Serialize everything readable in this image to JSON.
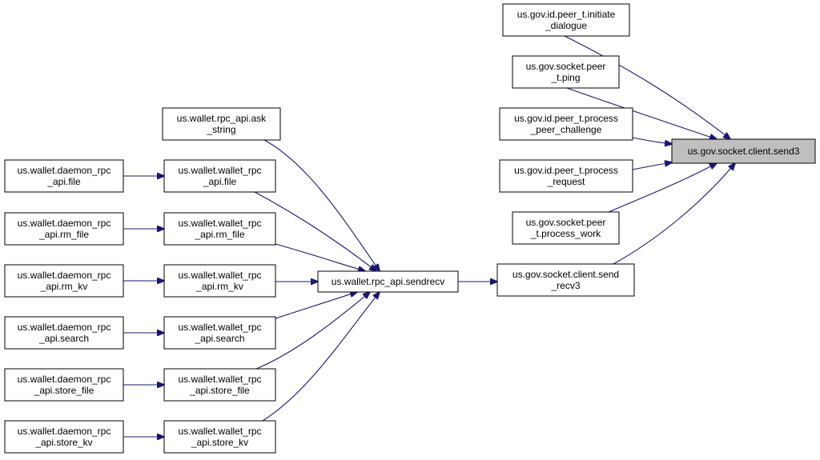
{
  "diagram": {
    "type": "call-graph",
    "colors": {
      "edge": "#191970",
      "node_border": "#000000",
      "root_fill": "#bfbfbf",
      "node_fill": "#ffffff"
    },
    "nodes": {
      "send3": {
        "lines": [
          "us.gov.socket.client.send3"
        ]
      },
      "initiate_dialogue": {
        "lines": [
          "us.gov.id.peer_t.initiate",
          "_dialogue"
        ]
      },
      "ping": {
        "lines": [
          "us.gov.socket.peer",
          "_t.ping"
        ]
      },
      "process_peer_challenge": {
        "lines": [
          "us.gov.id.peer_t.process",
          "_peer_challenge"
        ]
      },
      "process_request": {
        "lines": [
          "us.gov.id.peer_t.process",
          "_request"
        ]
      },
      "process_work": {
        "lines": [
          "us.gov.socket.peer",
          "_t.process_work"
        ]
      },
      "send_recv3": {
        "lines": [
          "us.gov.socket.client.send",
          "_recv3"
        ]
      },
      "sendrecv": {
        "lines": [
          "us.wallet.rpc_api.sendrecv"
        ]
      },
      "ask_string": {
        "lines": [
          "us.wallet.rpc_api.ask",
          "_string"
        ]
      },
      "w_file": {
        "lines": [
          "us.wallet.wallet_rpc",
          "_api.file"
        ]
      },
      "w_rm_file": {
        "lines": [
          "us.wallet.wallet_rpc",
          "_api.rm_file"
        ]
      },
      "w_rm_kv": {
        "lines": [
          "us.wallet.wallet_rpc",
          "_api.rm_kv"
        ]
      },
      "w_search": {
        "lines": [
          "us.wallet.wallet_rpc",
          "_api.search"
        ]
      },
      "w_store_file": {
        "lines": [
          "us.wallet.wallet_rpc",
          "_api.store_file"
        ]
      },
      "w_store_kv": {
        "lines": [
          "us.wallet.wallet_rpc",
          "_api.store_kv"
        ]
      },
      "d_file": {
        "lines": [
          "us.wallet.daemon_rpc",
          "_api.file"
        ]
      },
      "d_rm_file": {
        "lines": [
          "us.wallet.daemon_rpc",
          "_api.rm_file"
        ]
      },
      "d_rm_kv": {
        "lines": [
          "us.wallet.daemon_rpc",
          "_api.rm_kv"
        ]
      },
      "d_search": {
        "lines": [
          "us.wallet.daemon_rpc",
          "_api.search"
        ]
      },
      "d_store_file": {
        "lines": [
          "us.wallet.daemon_rpc",
          "_api.store_file"
        ]
      },
      "d_store_kv": {
        "lines": [
          "us.wallet.daemon_rpc",
          "_api.store_kv"
        ]
      }
    },
    "edges": [
      {
        "from": "initiate_dialogue",
        "to": "send3"
      },
      {
        "from": "ping",
        "to": "send3"
      },
      {
        "from": "process_peer_challenge",
        "to": "send3"
      },
      {
        "from": "process_request",
        "to": "send3"
      },
      {
        "from": "process_work",
        "to": "send3"
      },
      {
        "from": "send_recv3",
        "to": "send3"
      },
      {
        "from": "sendrecv",
        "to": "send_recv3"
      },
      {
        "from": "ask_string",
        "to": "sendrecv"
      },
      {
        "from": "w_file",
        "to": "sendrecv"
      },
      {
        "from": "w_rm_file",
        "to": "sendrecv"
      },
      {
        "from": "w_rm_kv",
        "to": "sendrecv"
      },
      {
        "from": "w_search",
        "to": "sendrecv"
      },
      {
        "from": "w_store_file",
        "to": "sendrecv"
      },
      {
        "from": "w_store_kv",
        "to": "sendrecv"
      },
      {
        "from": "d_file",
        "to": "w_file"
      },
      {
        "from": "d_rm_file",
        "to": "w_rm_file"
      },
      {
        "from": "d_rm_kv",
        "to": "w_rm_kv"
      },
      {
        "from": "d_search",
        "to": "w_search"
      },
      {
        "from": "d_store_file",
        "to": "w_store_file"
      },
      {
        "from": "d_store_kv",
        "to": "w_store_kv"
      }
    ]
  }
}
